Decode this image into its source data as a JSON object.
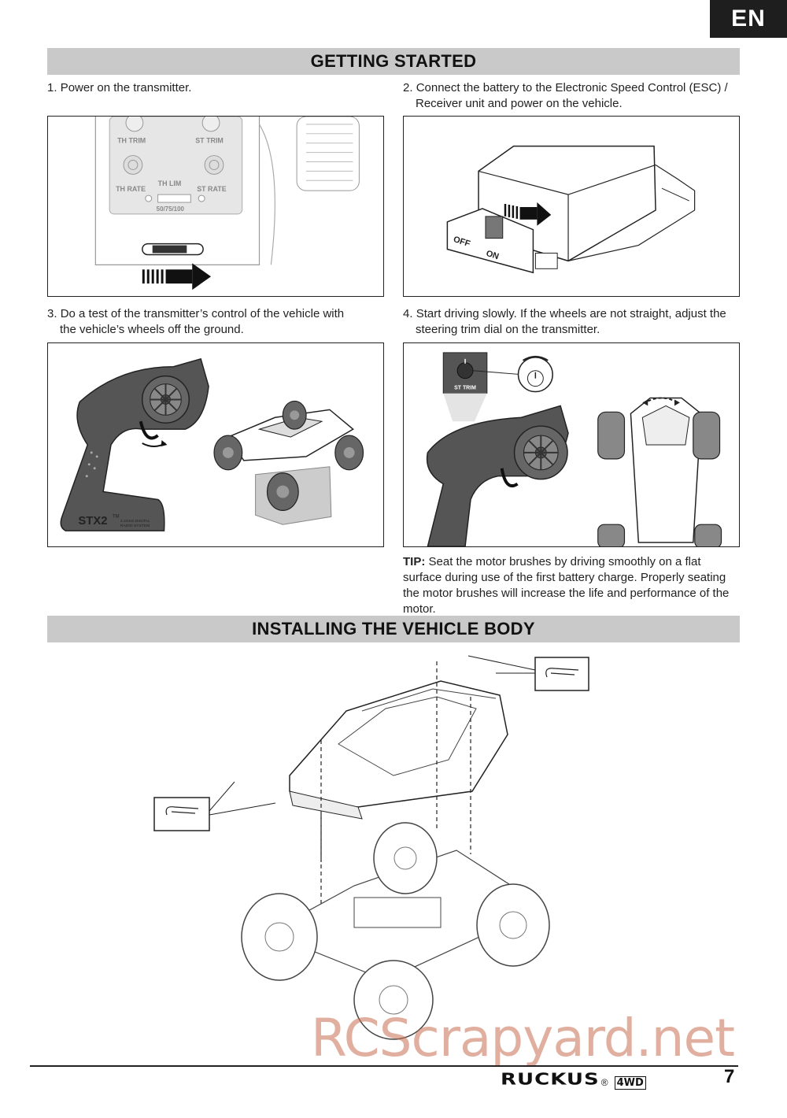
{
  "lang_tab": "EN",
  "sections": {
    "getting_started": "GETTING STARTED",
    "installing_body": "INSTALLING THE VEHICLE BODY"
  },
  "steps": [
    {
      "num": "1.",
      "line1": "Power on the transmitter.",
      "line2": ""
    },
    {
      "num": "2.",
      "line1": "Connect the battery to the Electronic Speed Control (ESC) /",
      "line2": "Receiver unit and power on the vehicle."
    },
    {
      "num": "3.",
      "line1": "Do a test of the transmitter’s control of the vehicle with",
      "line2": "the vehicle’s wheels off the ground."
    },
    {
      "num": "4.",
      "line1": "Start driving slowly. If the wheels are not straight, adjust the",
      "line2": "steering trim dial on the transmitter."
    }
  ],
  "fig1": {
    "th_trim": "TH TRIM",
    "st_trim": "ST TRIM",
    "th_rate": "TH RATE",
    "th_lim": "TH LIM",
    "st_rate": "ST RATE",
    "th_lim_values": "50/75/100"
  },
  "fig2": {
    "off": "OFF",
    "on": "ON"
  },
  "fig3": {
    "brand": "STX2",
    "tm": "TM",
    "radio_line1": "2.4GHZ DIGITAL",
    "radio_line2": "RADIO SYSTEM"
  },
  "fig4": {
    "st_trim": "ST TRIM"
  },
  "tip": {
    "label": "TIP:",
    "text": " Seat the motor brushes by driving smoothly on a flat surface during use of the first battery charge. Properly seating the motor brushes will increase the life and performance of the motor."
  },
  "footer": {
    "brand": "RUCKUS",
    "reg": "®",
    "sub": "4WD",
    "page": "7"
  },
  "watermark": "RCScrapyard.net"
}
